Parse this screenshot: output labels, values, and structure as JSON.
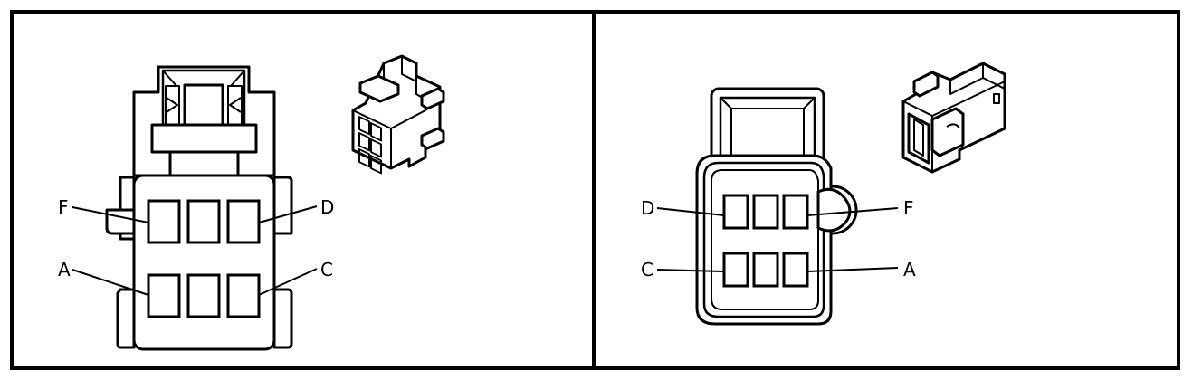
{
  "frame": {
    "border_color": "#000000",
    "background": "#ffffff"
  },
  "left_panel": {
    "labels": {
      "F": "F",
      "D": "D",
      "A": "A",
      "C": "C"
    }
  },
  "right_panel": {
    "labels": {
      "D": "D",
      "F": "F",
      "C": "C",
      "A": "A"
    }
  }
}
